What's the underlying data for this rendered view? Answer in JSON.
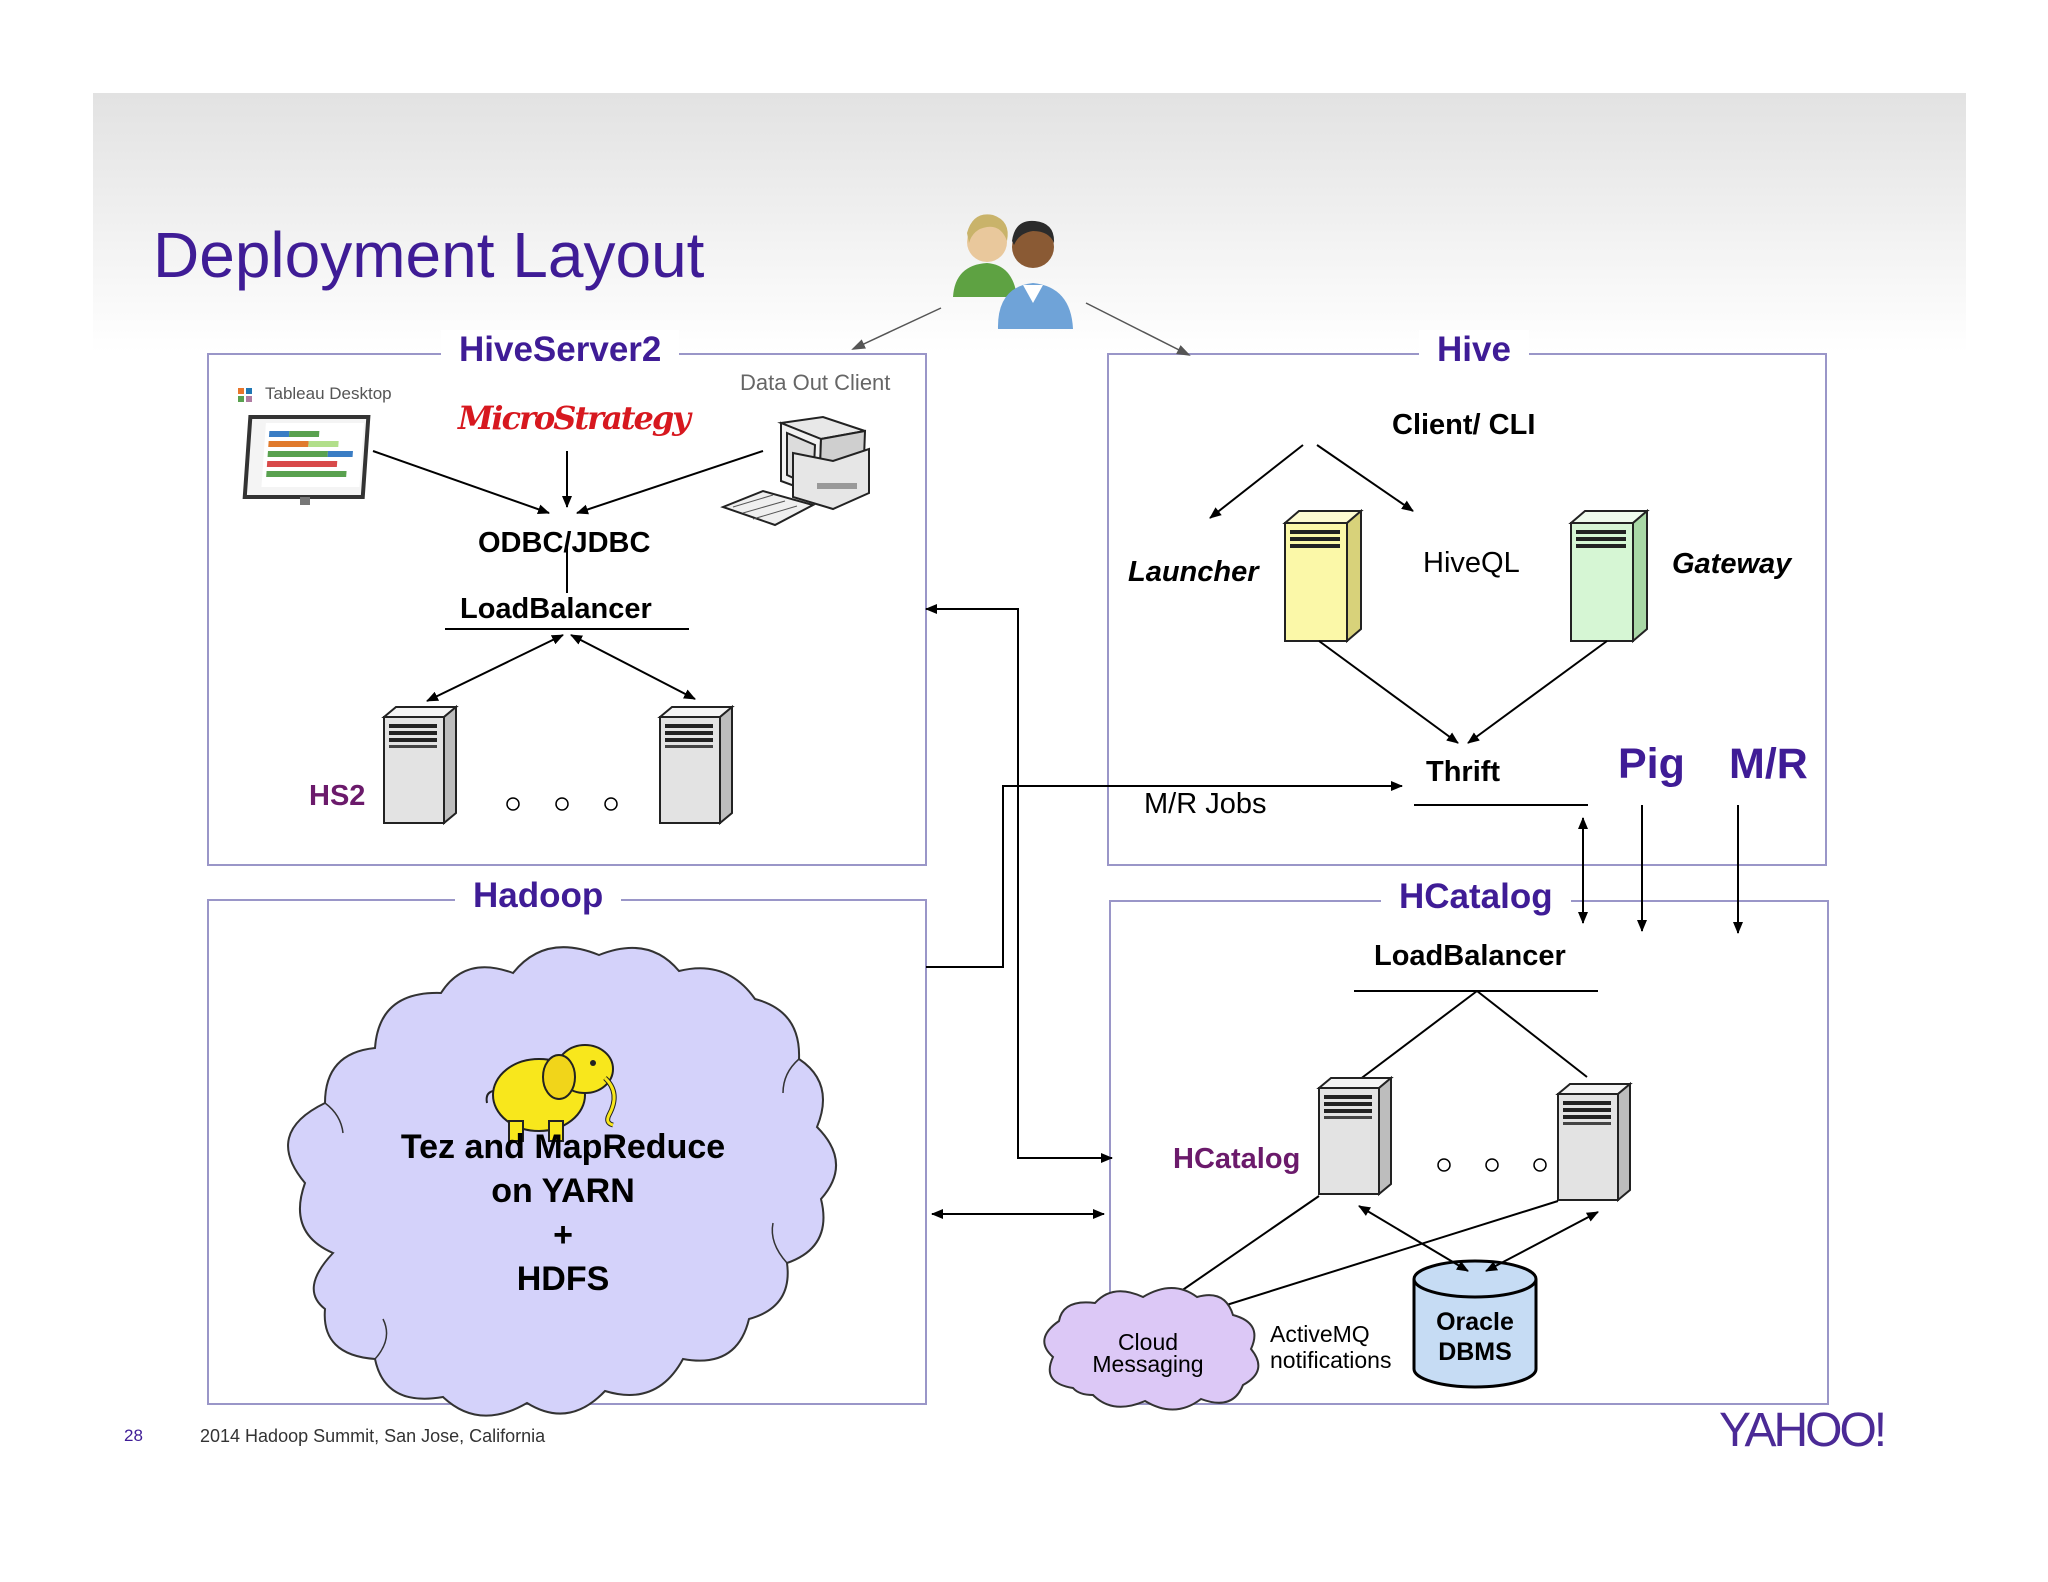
{
  "title": "Deployment Layout",
  "footer": {
    "page_number": "28",
    "text": "2014 Hadoop Summit, San Jose, California",
    "brand": "YAHOO!"
  },
  "hiveserver2": {
    "title": "HiveServer2",
    "tableau": "Tableau Desktop",
    "microstrategy": "MicroStrategy",
    "data_out_client": "Data Out Client",
    "odbc": "ODBC/JDBC",
    "load_balancer": "LoadBalancer",
    "hs2": "HS2"
  },
  "hive": {
    "title": "Hive",
    "client_cli": "Client/ CLI",
    "launcher": "Launcher",
    "hiveql": "HiveQL",
    "gateway": "Gateway",
    "thrift": "Thrift",
    "mr_jobs": "M/R Jobs",
    "pig": "Pig",
    "mr": "M/R"
  },
  "hadoop": {
    "title": "Hadoop",
    "cloud_line1": "Tez and MapReduce",
    "cloud_line2": "on YARN",
    "cloud_line3": "+",
    "cloud_line4": "HDFS"
  },
  "hcatalog": {
    "title": "HCatalog",
    "load_balancer": "LoadBalancer",
    "server_label": "HCatalog",
    "cloud_line1": "Cloud",
    "cloud_line2": "Messaging",
    "activemq_line1": "ActiveMQ",
    "activemq_line2": "notifications",
    "oracle_line1": "Oracle",
    "oracle_line2": "DBMS"
  },
  "colors": {
    "accent": "#3f1c96",
    "hs2_label": "#6b1a6b",
    "panel_border": "#9a96c8",
    "cloud_fill": "#d4d2fa",
    "launcher_fill": "#fbf8a8",
    "gateway_fill": "#d6f6d4",
    "oracle_fill": "#c6dcf4"
  },
  "icons": [
    "users-icon",
    "tableau-monitor-icon",
    "desktop-computer-icon",
    "server-icon",
    "elephant-icon",
    "database-icon",
    "cloud-icon"
  ]
}
